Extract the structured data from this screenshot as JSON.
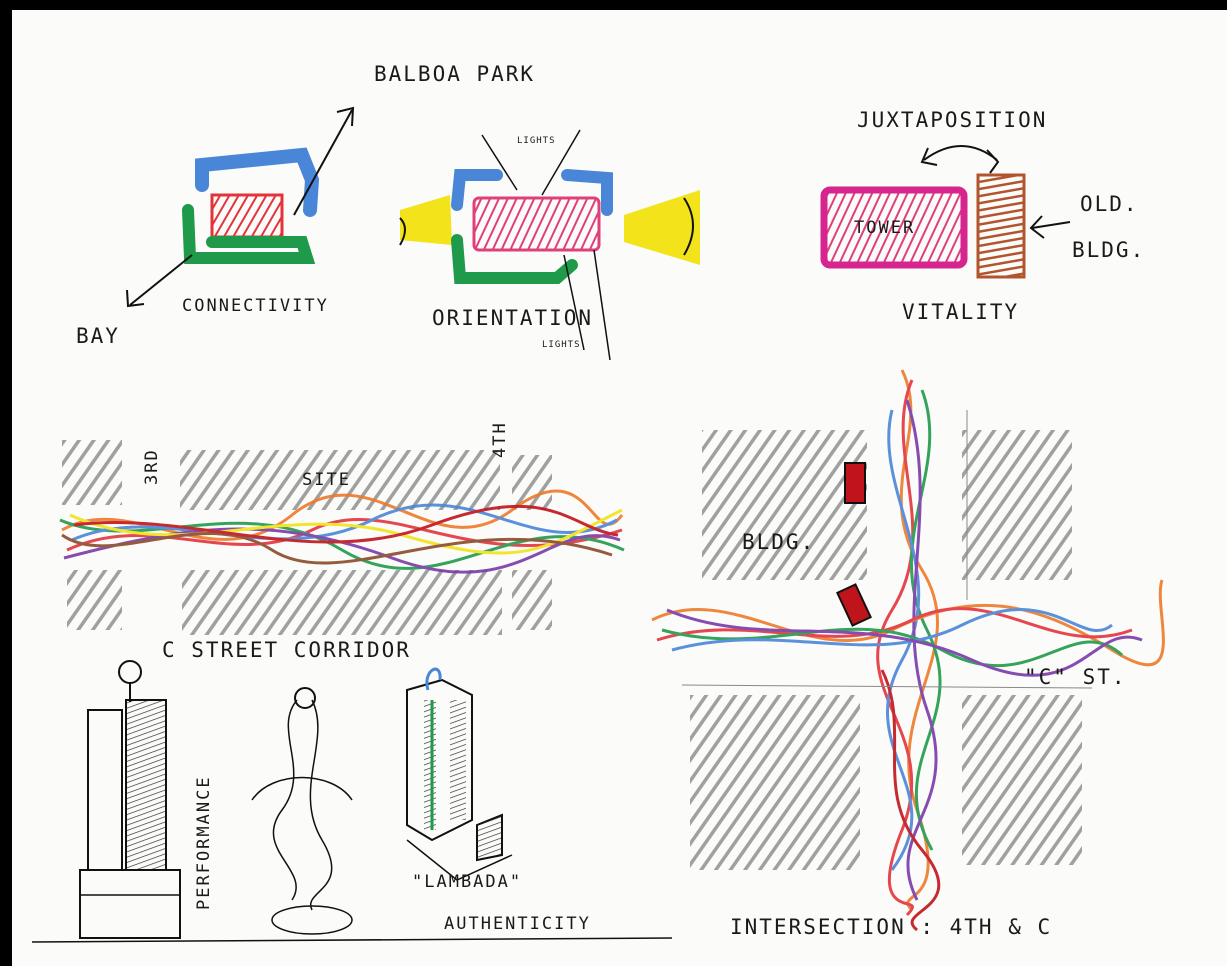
{
  "colors": {
    "red": "#e3343c",
    "blue": "#4a86d8",
    "green": "#1f9a4a",
    "yellow": "#f2e31a",
    "magenta": "#d6258f",
    "brown": "#b2552e",
    "gray": "#8f9090",
    "orange": "#ee7a2a",
    "darkred": "#c0141c"
  },
  "sketch1": {
    "north_label": "BALBOA PARK",
    "south_label": "BAY",
    "caption": "CONNECTIVITY"
  },
  "sketch2": {
    "top_label": "LIGHTS",
    "bottom_label": "LIGHTS",
    "caption": "ORIENTATION"
  },
  "sketch3": {
    "heading": "JUXTAPOSITION",
    "tower_label": "TOWER",
    "old_label_1": "OLD.",
    "old_label_2": "BLDG.",
    "caption": "VITALITY"
  },
  "sketch4": {
    "street_3rd": "3RD",
    "street_4th": "4TH",
    "site_label": "SITE",
    "caption": "C STREET CORRIDOR"
  },
  "sketch5": {
    "bldg_label": "BLDG.",
    "street_label": "\"C\" ST.",
    "caption": "INTERSECTION : 4TH & C"
  },
  "sketch6": {
    "performance_label": "PERFORMANCE",
    "lambada_label": "\"LAMBADA\"",
    "authenticity_label": "AUTHENTICITY"
  }
}
